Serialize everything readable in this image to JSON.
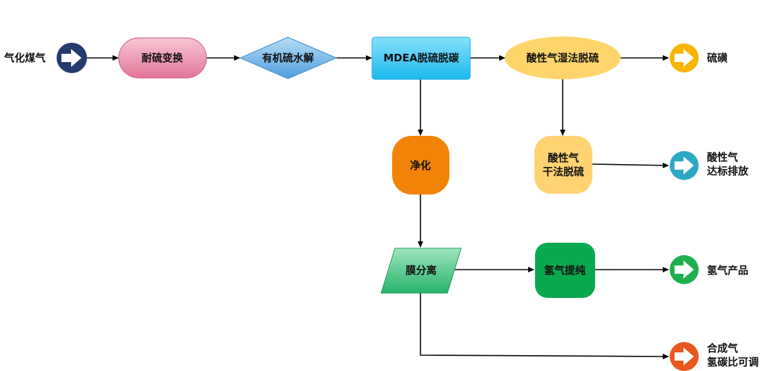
{
  "inputs": {
    "gasified_coal": "气化煤气"
  },
  "nodes": {
    "shift": "耐硫变换",
    "hydrolysis": "有机硫水解",
    "mdea": "MDEA脱硫脱碳",
    "wet_desulf": "酸性气湿法脱硫",
    "purify": "净化",
    "dry_desulf_line1": "酸性气",
    "dry_desulf_line2": "干法脱硫",
    "membrane": "膜分离",
    "h2_purify": "氢气提纯"
  },
  "outputs": {
    "sulfur": "硫磺",
    "acid_gas_line1": "酸性气",
    "acid_gas_line2": "达标排放",
    "h2_product": "氢气产品",
    "syngas_line1": "合成气",
    "syngas_line2": "氢碳比可调"
  },
  "colors": {
    "input_circle": "#253a6e",
    "shift_fill": "#e98aa6",
    "hydrolysis_fill": "#6fb4e6",
    "mdea_fill": "#3dc8f0",
    "wet_fill": "#ffd56b",
    "dry_fill": "#ffd372",
    "purify_fill": "#f08307",
    "membrane_fill": "#35c07a",
    "h2_fill": "#0aa84f",
    "sulfur_circle": "#f7b500",
    "acid_circle": "#2ea7c6",
    "h2_circle": "#1eb04e",
    "syngas_circle": "#e9561e"
  },
  "icons": {
    "input": "arrow-right-icon",
    "sulfur": "arrow-right-icon",
    "acid_gas": "arrow-right-icon",
    "h2_product": "arrow-right-icon",
    "syngas": "arrow-right-icon"
  }
}
